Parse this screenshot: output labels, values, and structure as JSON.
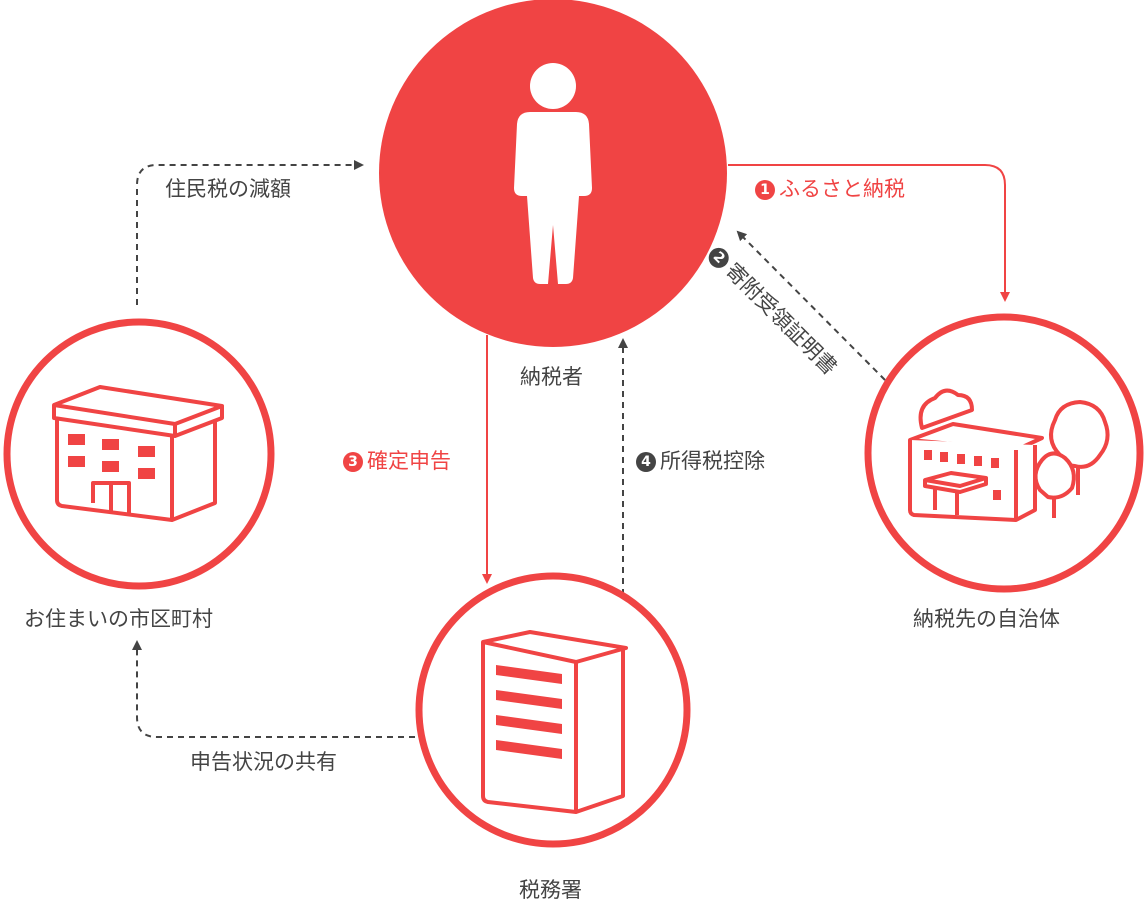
{
  "colors": {
    "accent": "#f04444",
    "text": "#444444"
  },
  "nodes": {
    "taxpayer": "納税者",
    "residence_municipality": "お住まいの市区町村",
    "tax_office": "税務署",
    "donation_municipality": "納税先の自治体"
  },
  "flows": {
    "step1": {
      "num": "1",
      "label": "ふるさと納税"
    },
    "step2": {
      "num": "2",
      "label": "寄附受領証明書"
    },
    "step3": {
      "num": "3",
      "label": "確定申告"
    },
    "step4": {
      "num": "4",
      "label": "所得税控除"
    },
    "resident_tax": "住民税の減額",
    "share_status": "申告状況の共有"
  },
  "icons": [
    "person-icon",
    "city-hall-icon",
    "tax-office-icon",
    "municipality-with-trees-icon"
  ]
}
